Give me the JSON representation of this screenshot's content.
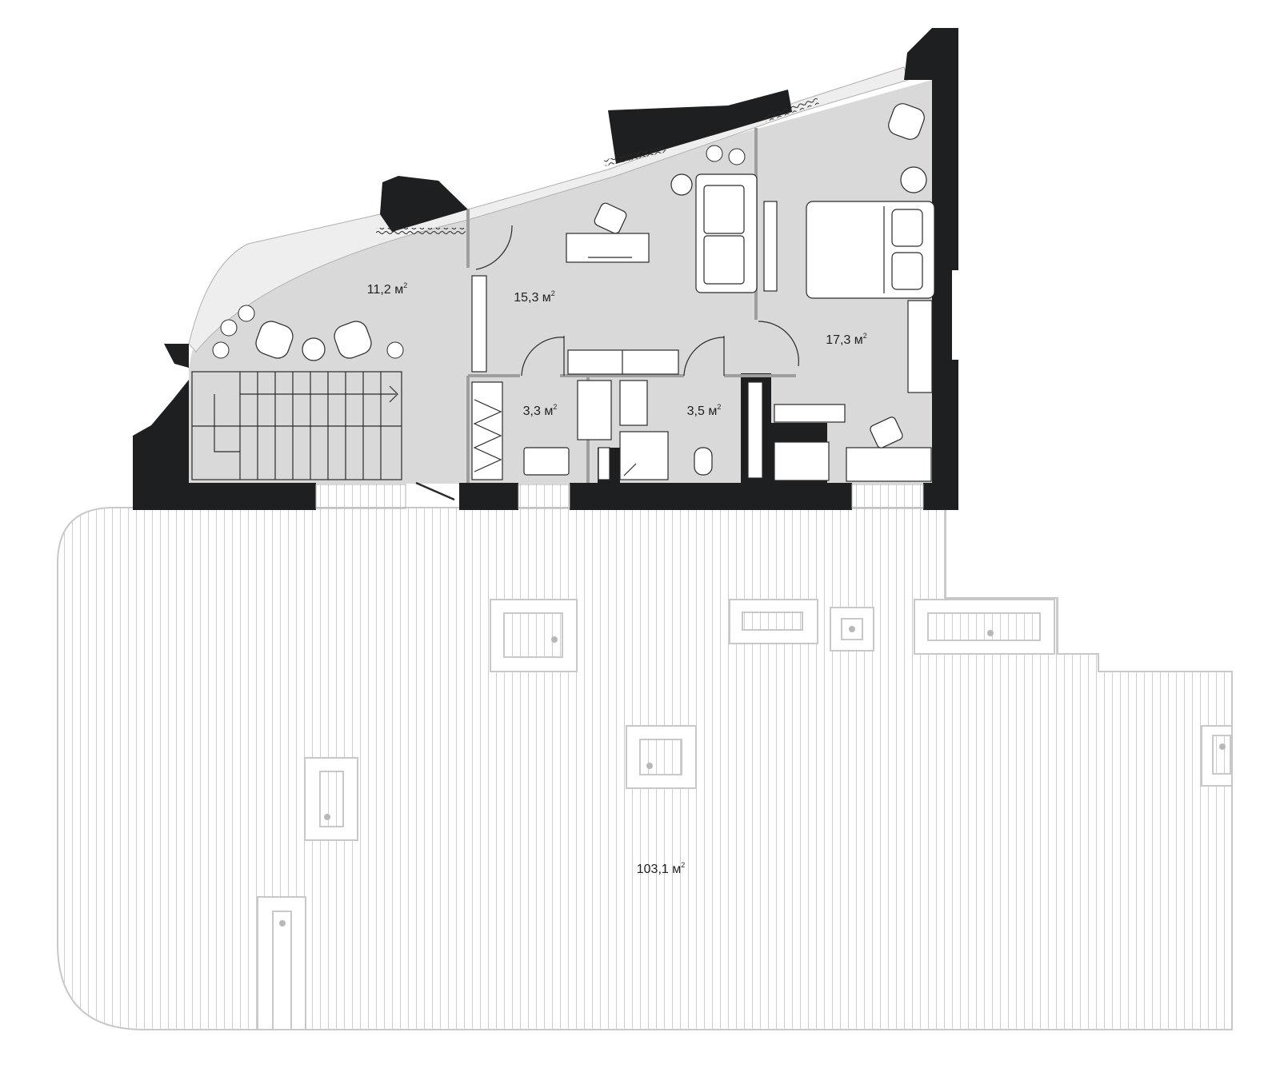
{
  "plan": {
    "rooms": [
      {
        "id": "lounge",
        "value": "11,2 м",
        "unit_sup": "2"
      },
      {
        "id": "living",
        "value": "15,3 м",
        "unit_sup": "2"
      },
      {
        "id": "bath-1",
        "value": "3,3 м",
        "unit_sup": "2"
      },
      {
        "id": "bath-2",
        "value": "3,5 м",
        "unit_sup": "2"
      },
      {
        "id": "bedroom",
        "value": "17,3 м",
        "unit_sup": "2"
      },
      {
        "id": "terrace",
        "value": "103,1 м",
        "unit_sup": "2"
      }
    ],
    "colors": {
      "wall": "#1e1f20",
      "floor": "#d9d9d9",
      "terrace_line": "#c8c8c8",
      "fixture_line": "#2a2a2a",
      "background": "#ffffff"
    }
  }
}
